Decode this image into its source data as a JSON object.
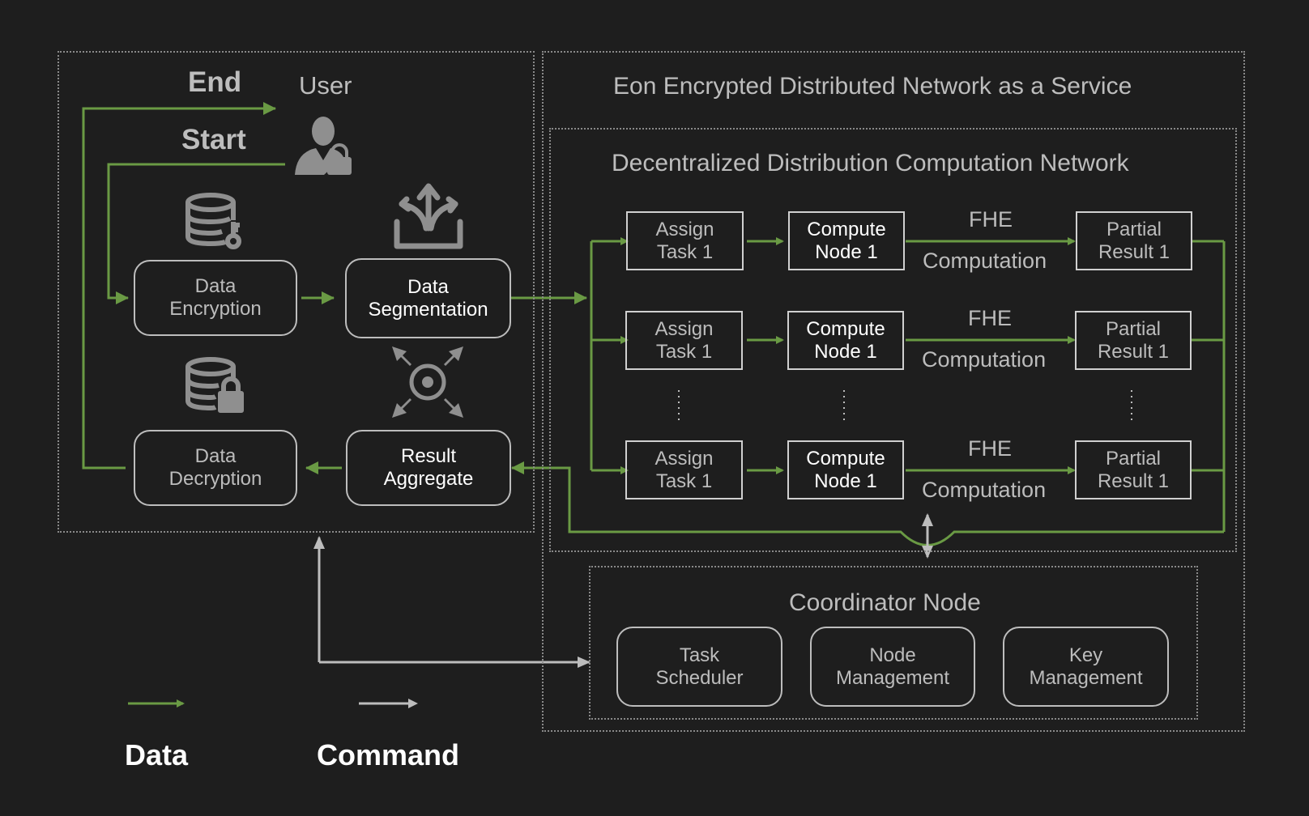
{
  "colors": {
    "background": "#1e1e1e",
    "data_line": "#6a9a44",
    "command_line": "#bdbdbd"
  },
  "user_panel": {
    "end_label": "End",
    "start_label": "Start",
    "user_label": "User",
    "data_encryption": "Data Encryption",
    "data_segmentation": "Data Segmentation",
    "result_aggregate": "Result Aggregate",
    "data_decryption": "Data Decryption"
  },
  "service": {
    "title": "Eon Encrypted Distributed Network as a Service",
    "network": {
      "title": "Decentralized Distribution Computation Network",
      "rows": [
        {
          "assign": "Assign Task 1",
          "node": "Compute Node 1",
          "fhe": "FHE",
          "computation": "Computation",
          "result": "Partial Result 1"
        },
        {
          "assign": "Assign Task 1",
          "node": "Compute Node 1",
          "fhe": "FHE",
          "computation": "Computation",
          "result": "Partial Result 1"
        },
        {
          "assign": "Assign Task 1",
          "node": "Compute Node 1",
          "fhe": "FHE",
          "computation": "Computation",
          "result": "Partial Result 1"
        }
      ]
    },
    "coordinator": {
      "title": "Coordinator Node",
      "items": [
        "Task Scheduler",
        "Node Management",
        "Key Management"
      ]
    }
  },
  "legend": {
    "data": "Data",
    "command": "Command"
  },
  "icons": [
    "user-lock-icon",
    "database-key-icon",
    "database-lock-icon",
    "share-out-icon",
    "converge-target-icon"
  ]
}
